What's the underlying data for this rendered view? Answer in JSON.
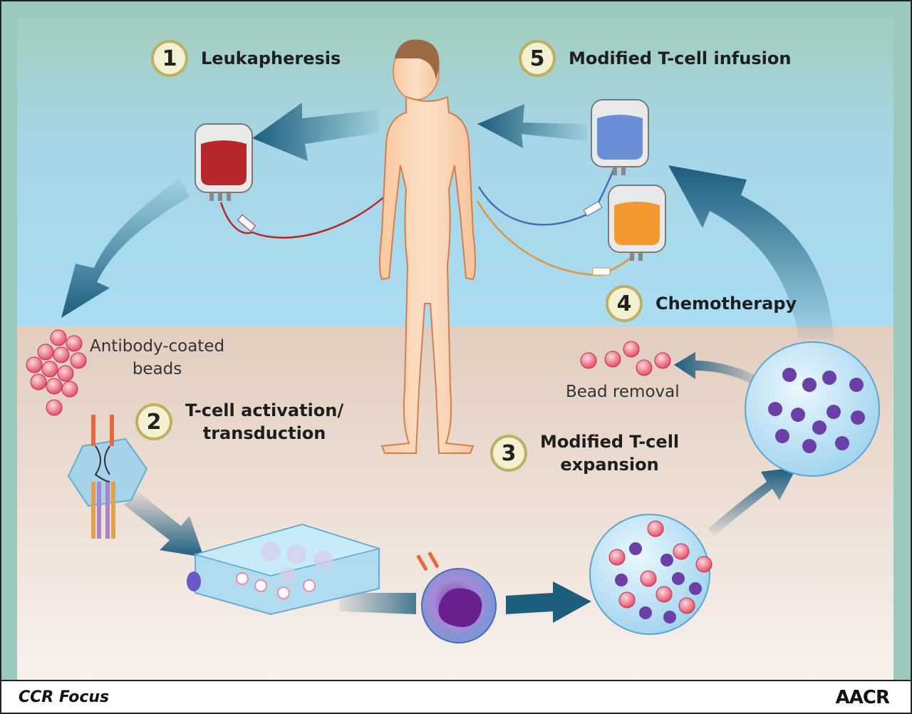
{
  "steps": {
    "s1": {
      "num": "1",
      "label": "Leukapheresis"
    },
    "s2": {
      "num": "2",
      "label_line1": "T-cell activation/",
      "label_line2": "transduction"
    },
    "s3": {
      "num": "3",
      "label_line1": "Modified T-cell",
      "label_line2": "expansion"
    },
    "s4": {
      "num": "4",
      "label": "Chemotherapy"
    },
    "s5": {
      "num": "5",
      "label": "Modified T-cell infusion"
    }
  },
  "notes": {
    "beads_line1": "Antibody-coated",
    "beads_line2": "beads",
    "bead_removal": "Bead removal"
  },
  "footer": {
    "journal": "CCR Focus",
    "publisher": "AACR"
  },
  "colors": {
    "sky_top": "#9cc9bd",
    "sky_bottom": "#a9dcf2",
    "ground": "#e5d2c6",
    "arrow": "#1d5d7e",
    "blood_bag": "#b8262c",
    "tcell_bag": "#6a8fd6",
    "chemo_bag": "#f39a2f",
    "bead": "#f28aa0",
    "cell": "#6a3fa6"
  }
}
